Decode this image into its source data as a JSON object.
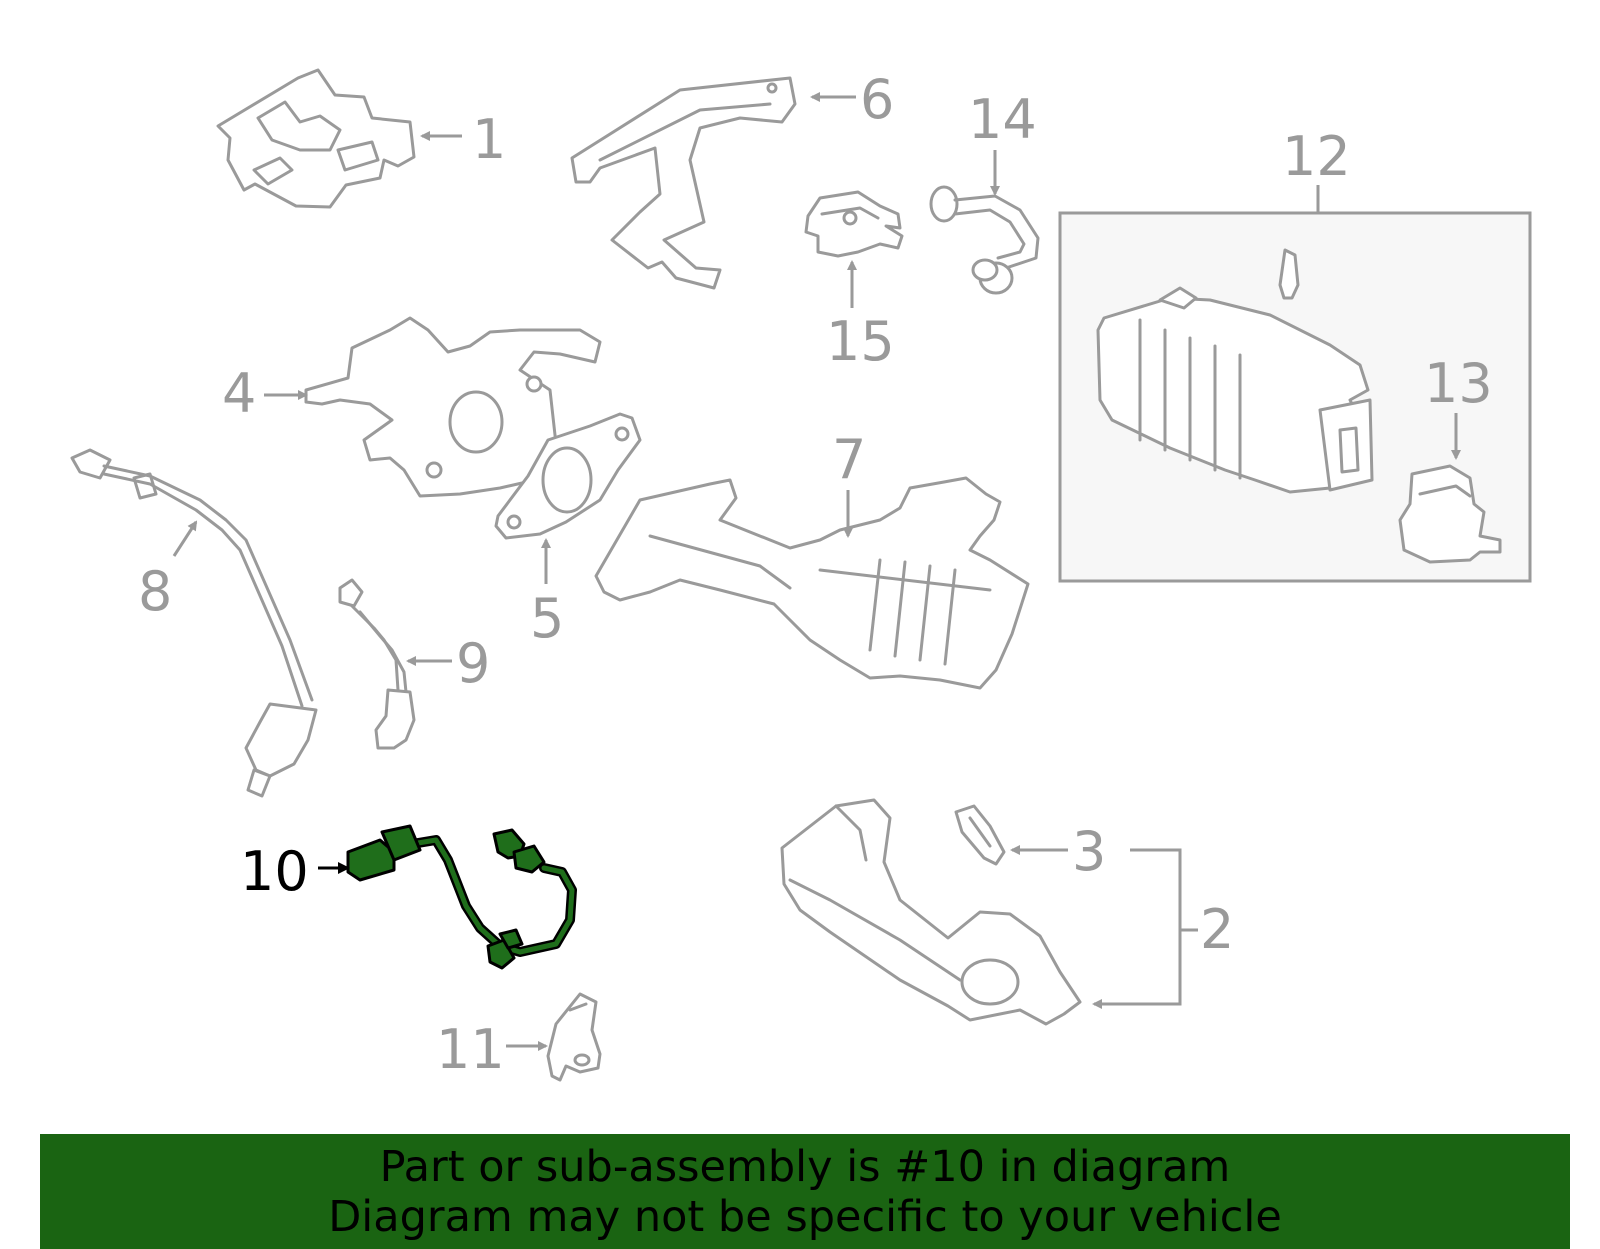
{
  "diagram": {
    "highlighted_part": "10",
    "callouts": [
      "1",
      "2",
      "3",
      "4",
      "5",
      "6",
      "7",
      "8",
      "9",
      "10",
      "11",
      "12",
      "13",
      "14",
      "15"
    ]
  },
  "banner": {
    "line1": "Part or sub-assembly is #10 in diagram",
    "line2": "Diagram may not be specific to your vehicle",
    "background": "#1a6412",
    "text_color": "#000000"
  },
  "colors": {
    "part_outline": "#9a9a9a",
    "highlight_fill": "#1f6e1b",
    "highlight_outline": "#000000"
  }
}
